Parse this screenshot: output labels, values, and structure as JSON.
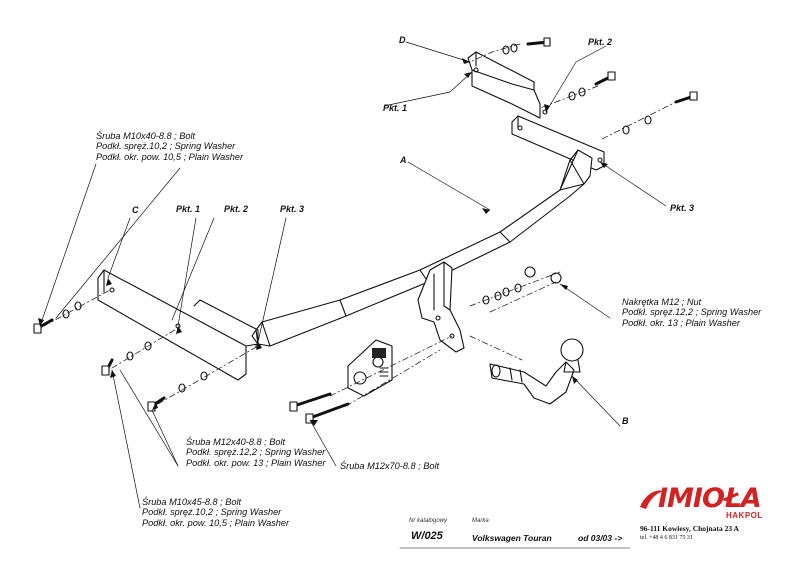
{
  "labels": {
    "D": "D",
    "A": "A",
    "B": "B",
    "C": "C",
    "pkt1_top": "Pkt. 1",
    "pkt2_top": "Pkt. 2",
    "pkt3_right": "Pkt. 3",
    "pkt1_left": "Pkt. 1",
    "pkt2_left": "Pkt. 2",
    "pkt3_left": "Pkt. 3"
  },
  "notes": {
    "m10x40": [
      "Śruba M10x40-8.8 ;  Bolt",
      "Podkł. spręż.10,2 ; Spring Washer",
      "Podkł. okr. pow. 10,5 ; Plain Washer"
    ],
    "nut": [
      "Nakrętka  M12 ; Nut",
      "Podkł. spręż.12,2 ; Spring Washer",
      "Podkł. okr. 13 ; Plain Washer"
    ],
    "m12x40": [
      "Śruba M12x40-8.8 ;  Bolt",
      "Podkł. spręż.12,2 ; Spring Washer",
      "Podkł. okr. pow. 13 ; Plain Washer"
    ],
    "m12x70": "Śruba M12x70-8.8 ;  Bolt",
    "m10x45": [
      "Śruba M10x45-8.8 ;  Bolt",
      "Podkł. spręż.10,2 ; Spring Washer",
      "Podkł. okr. pow. 10,5 ; Plain Washer"
    ]
  },
  "titleblock": {
    "catalog_label": "Nr katalogowy",
    "catalog_no": "W/025",
    "make_label": "Marka",
    "model": "Volkswagen Touran",
    "date": "od  03/03 ->"
  },
  "company": {
    "logo": "IMIOŁA",
    "sub": "HAKPOL",
    "address": "96-111 Kowiesy, Chojnata 23 A",
    "tel": "tel. +48 4 6 831 75 31",
    "brand_color": "#d22222"
  }
}
